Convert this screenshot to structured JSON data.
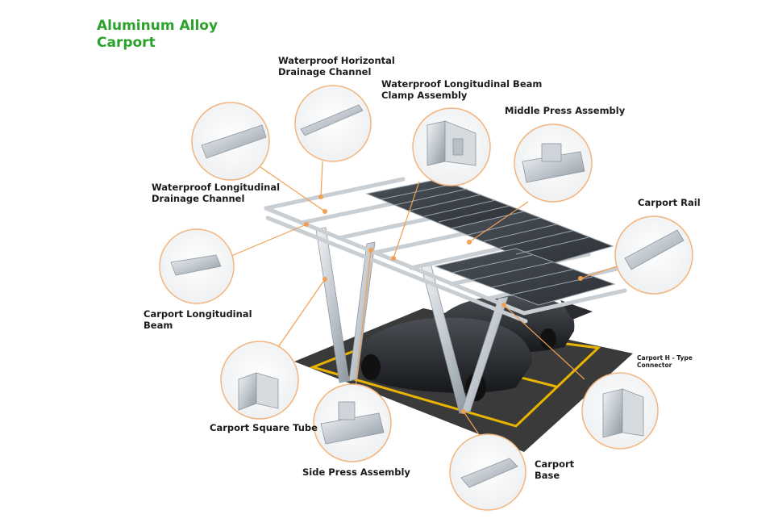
{
  "title": {
    "line1": "Aluminum Alloy",
    "line2": "Carport"
  },
  "colors": {
    "title_green": "#2aa12a",
    "leader_orange": "#f0a050",
    "callout_ring": "#f3b57e",
    "frame_silver": "#c9ced3",
    "panel_dark": "#3b4046",
    "ground": "#3a3a3a",
    "parking_lines": "#e8b400"
  },
  "components": [
    {
      "id": "horizontal-drainage",
      "icon": "drainage-channel-icon",
      "lines": [
        "Waterproof Horizontal",
        "Drainage Channel"
      ]
    },
    {
      "id": "beam-clamp",
      "icon": "beam-clamp-icon",
      "lines": [
        "Waterproof Longitudinal Beam",
        "Clamp Assembly"
      ]
    },
    {
      "id": "middle-press",
      "icon": "middle-press-icon",
      "lines": [
        "Middle Press Assembly"
      ]
    },
    {
      "id": "longitudinal-drainage",
      "icon": "longitudinal-channel-icon",
      "lines": [
        "Waterproof Longitudinal",
        "Drainage Channel"
      ]
    },
    {
      "id": "carport-rail",
      "icon": "rail-icon",
      "lines": [
        "Carport Rail"
      ]
    },
    {
      "id": "longitudinal-beam",
      "icon": "beam-icon",
      "lines": [
        "Carport Longitudinal",
        "Beam"
      ]
    },
    {
      "id": "h-type-connector",
      "icon": "h-connector-icon",
      "lines": [
        "Carport H - Type",
        "Connector"
      ]
    },
    {
      "id": "square-tube",
      "icon": "square-tube-icon",
      "lines": [
        "Carport Square Tube"
      ]
    },
    {
      "id": "side-press",
      "icon": "side-press-icon",
      "lines": [
        "Side Press Assembly"
      ]
    },
    {
      "id": "carport-base",
      "icon": "base-plate-icon",
      "lines": [
        "Carport",
        "Base"
      ]
    }
  ]
}
